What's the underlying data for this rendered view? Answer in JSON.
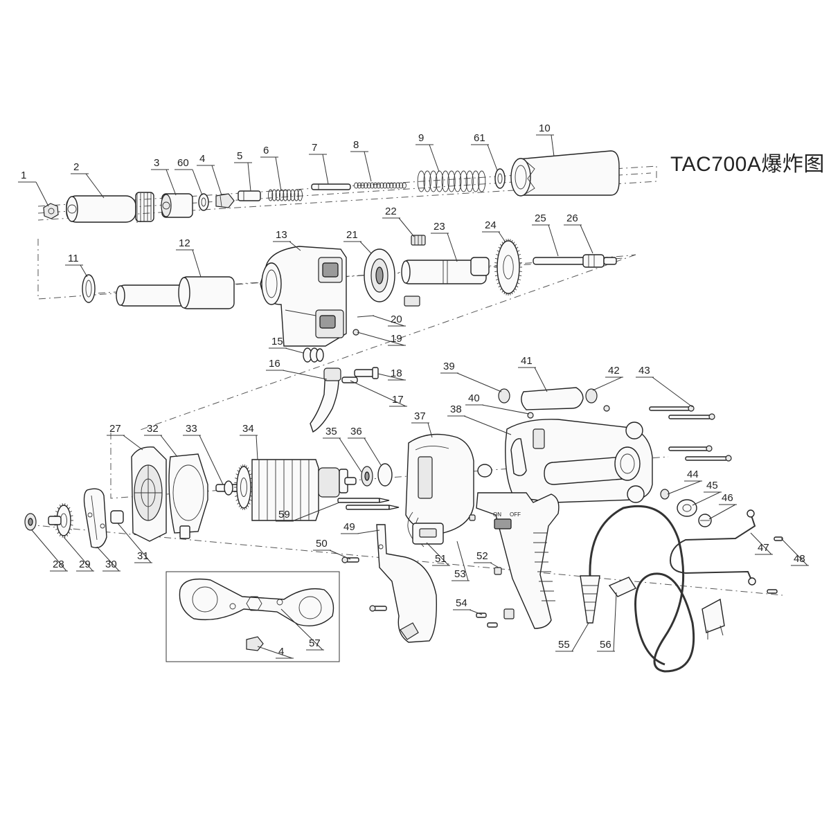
{
  "title": "TAC700A爆炸图",
  "callouts": [
    {
      "id": "1",
      "label": "1"
    },
    {
      "id": "2",
      "label": "2"
    },
    {
      "id": "3",
      "label": "3"
    },
    {
      "id": "60",
      "label": "60"
    },
    {
      "id": "4",
      "label": "4"
    },
    {
      "id": "5",
      "label": "5"
    },
    {
      "id": "6",
      "label": "6"
    },
    {
      "id": "7",
      "label": "7"
    },
    {
      "id": "8",
      "label": "8"
    },
    {
      "id": "9",
      "label": "9"
    },
    {
      "id": "61",
      "label": "61"
    },
    {
      "id": "10",
      "label": "10"
    },
    {
      "id": "11",
      "label": "11"
    },
    {
      "id": "12",
      "label": "12"
    },
    {
      "id": "13",
      "label": "13"
    },
    {
      "id": "21",
      "label": "21"
    },
    {
      "id": "22",
      "label": "22"
    },
    {
      "id": "23",
      "label": "23"
    },
    {
      "id": "24",
      "label": "24"
    },
    {
      "id": "25",
      "label": "25"
    },
    {
      "id": "26",
      "label": "26"
    },
    {
      "id": "20",
      "label": "20"
    },
    {
      "id": "19",
      "label": "19"
    },
    {
      "id": "15",
      "label": "15"
    },
    {
      "id": "16",
      "label": "16"
    },
    {
      "id": "18",
      "label": "18"
    },
    {
      "id": "17",
      "label": "17"
    },
    {
      "id": "39",
      "label": "39"
    },
    {
      "id": "41",
      "label": "41"
    },
    {
      "id": "42",
      "label": "42"
    },
    {
      "id": "43",
      "label": "43"
    },
    {
      "id": "40",
      "label": "40"
    },
    {
      "id": "37",
      "label": "37"
    },
    {
      "id": "38",
      "label": "38"
    },
    {
      "id": "27",
      "label": "27"
    },
    {
      "id": "32",
      "label": "32"
    },
    {
      "id": "33",
      "label": "33"
    },
    {
      "id": "34",
      "label": "34"
    },
    {
      "id": "35",
      "label": "35"
    },
    {
      "id": "36",
      "label": "36"
    },
    {
      "id": "44",
      "label": "44"
    },
    {
      "id": "45",
      "label": "45"
    },
    {
      "id": "46",
      "label": "46"
    },
    {
      "id": "47",
      "label": "47"
    },
    {
      "id": "48",
      "label": "48"
    },
    {
      "id": "59",
      "label": "59"
    },
    {
      "id": "49",
      "label": "49"
    },
    {
      "id": "50",
      "label": "50"
    },
    {
      "id": "51",
      "label": "51"
    },
    {
      "id": "52",
      "label": "52"
    },
    {
      "id": "53",
      "label": "53"
    },
    {
      "id": "54",
      "label": "54"
    },
    {
      "id": "55",
      "label": "55"
    },
    {
      "id": "56",
      "label": "56"
    },
    {
      "id": "28",
      "label": "28"
    },
    {
      "id": "29",
      "label": "29"
    },
    {
      "id": "30",
      "label": "30"
    },
    {
      "id": "31",
      "label": "31"
    },
    {
      "id": "57",
      "label": "57"
    },
    {
      "id": "4b",
      "label": "4"
    }
  ],
  "switch_marks": {
    "on": "ON",
    "off": "OFF"
  }
}
